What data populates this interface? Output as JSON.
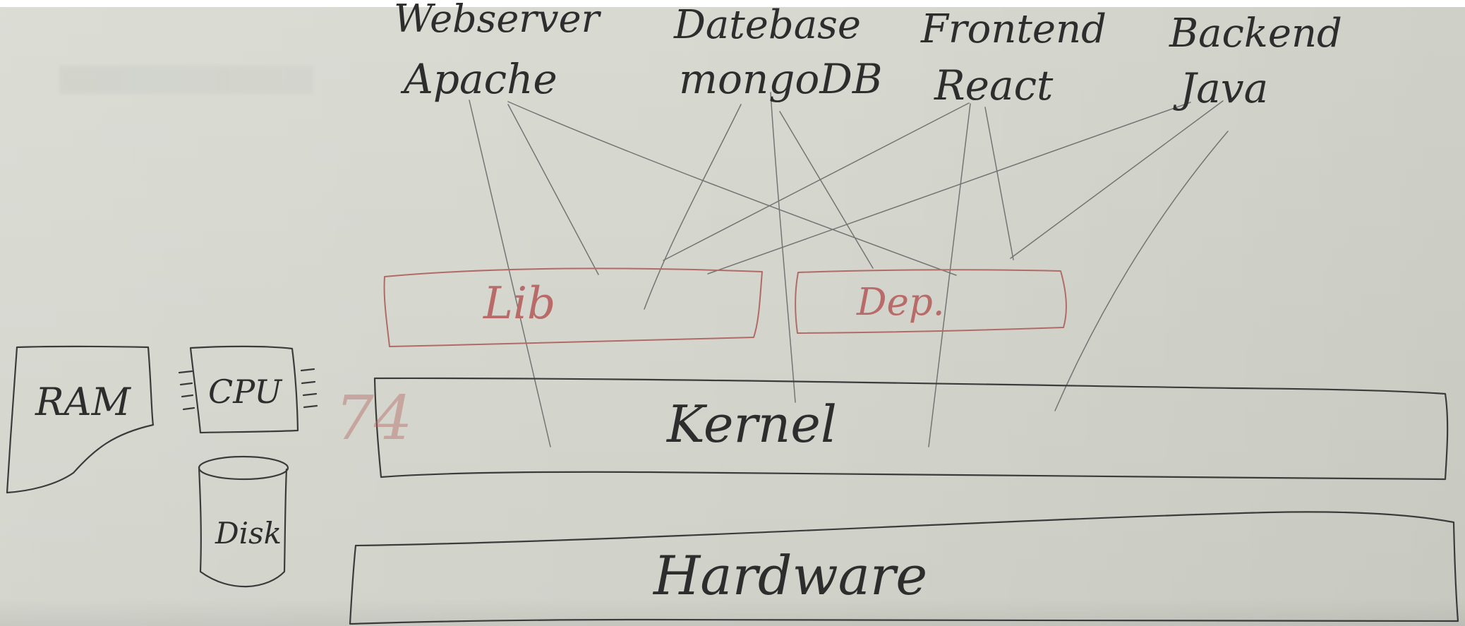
{
  "layers": {
    "applications": [
      {
        "category": "Webserver",
        "name": "Apache"
      },
      {
        "category": "Datebase",
        "name": "mongoDB"
      },
      {
        "category": "Frontend",
        "name": "React"
      },
      {
        "category": "Backend",
        "name": "Java"
      }
    ],
    "lib_label": "Lib",
    "dep_label": "Dep.",
    "kernel_label": "Kernel",
    "hardware_label": "Hardware"
  },
  "components": {
    "ram_label": "RAM",
    "cpu_label": "CPU",
    "disk_label": "Disk",
    "faded_number": "74"
  },
  "colors": {
    "ink": "#3b3b3b",
    "red_ink": "#b26a67",
    "board": "#d6d8cf"
  }
}
